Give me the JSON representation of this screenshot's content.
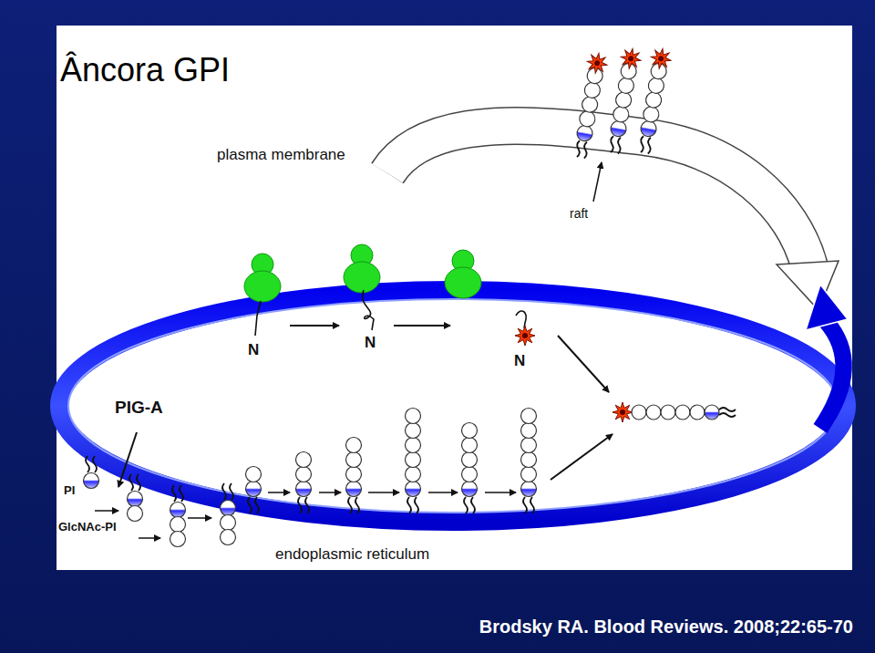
{
  "diagram": {
    "title": "Âncora GPI",
    "caption": "Brodsky RA. Blood Reviews. 2008;22:65-70",
    "labels": [
      "plasma membrane",
      "raft",
      "N",
      "N",
      "N",
      "PIG-A",
      "PI",
      "GlcNAc-PI",
      "endoplasmic reticulum"
    ]
  }
}
